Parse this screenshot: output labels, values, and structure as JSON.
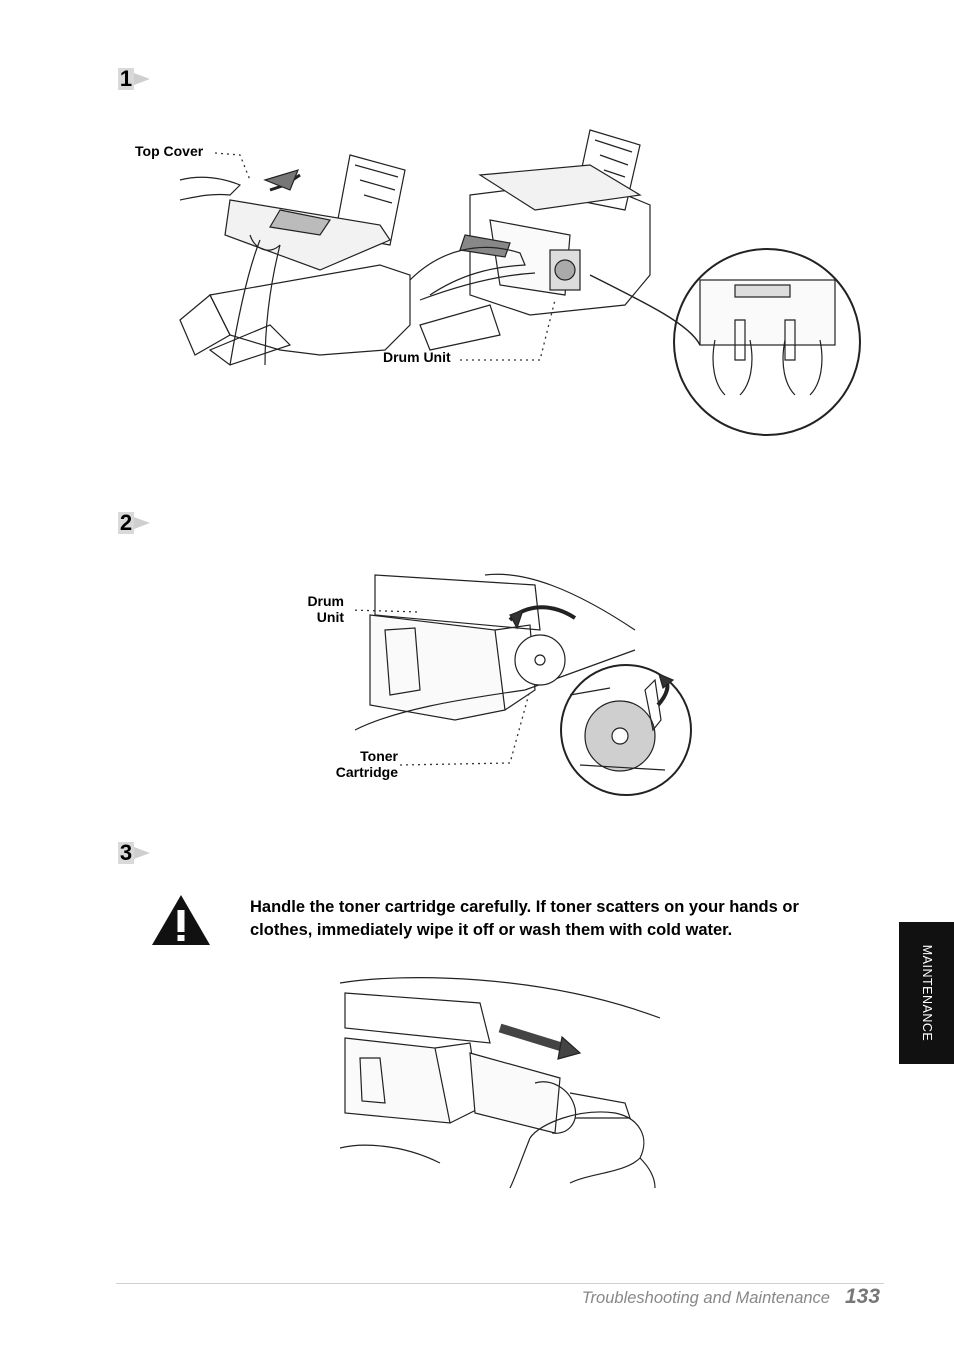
{
  "steps": [
    {
      "number": "1"
    },
    {
      "number": "2"
    },
    {
      "number": "3"
    }
  ],
  "figure1": {
    "top_cover_label": "Top Cover",
    "drum_unit_label": "Drum Unit"
  },
  "figure2": {
    "drum_unit_label_line1": "Drum",
    "drum_unit_label_line2": "Unit",
    "toner_cartridge_label_line1": "Toner",
    "toner_cartridge_label_line2": "Cartridge"
  },
  "caution": {
    "icon": "warning-triangle-icon",
    "text": "Handle the toner cartridge carefully. If toner scatters on your hands or clothes, immediately wipe it off or wash them with cold water."
  },
  "side_tab": {
    "label": "MAINTENANCE"
  },
  "footer": {
    "title": "Troubleshooting and Maintenance",
    "page_number": "133"
  }
}
